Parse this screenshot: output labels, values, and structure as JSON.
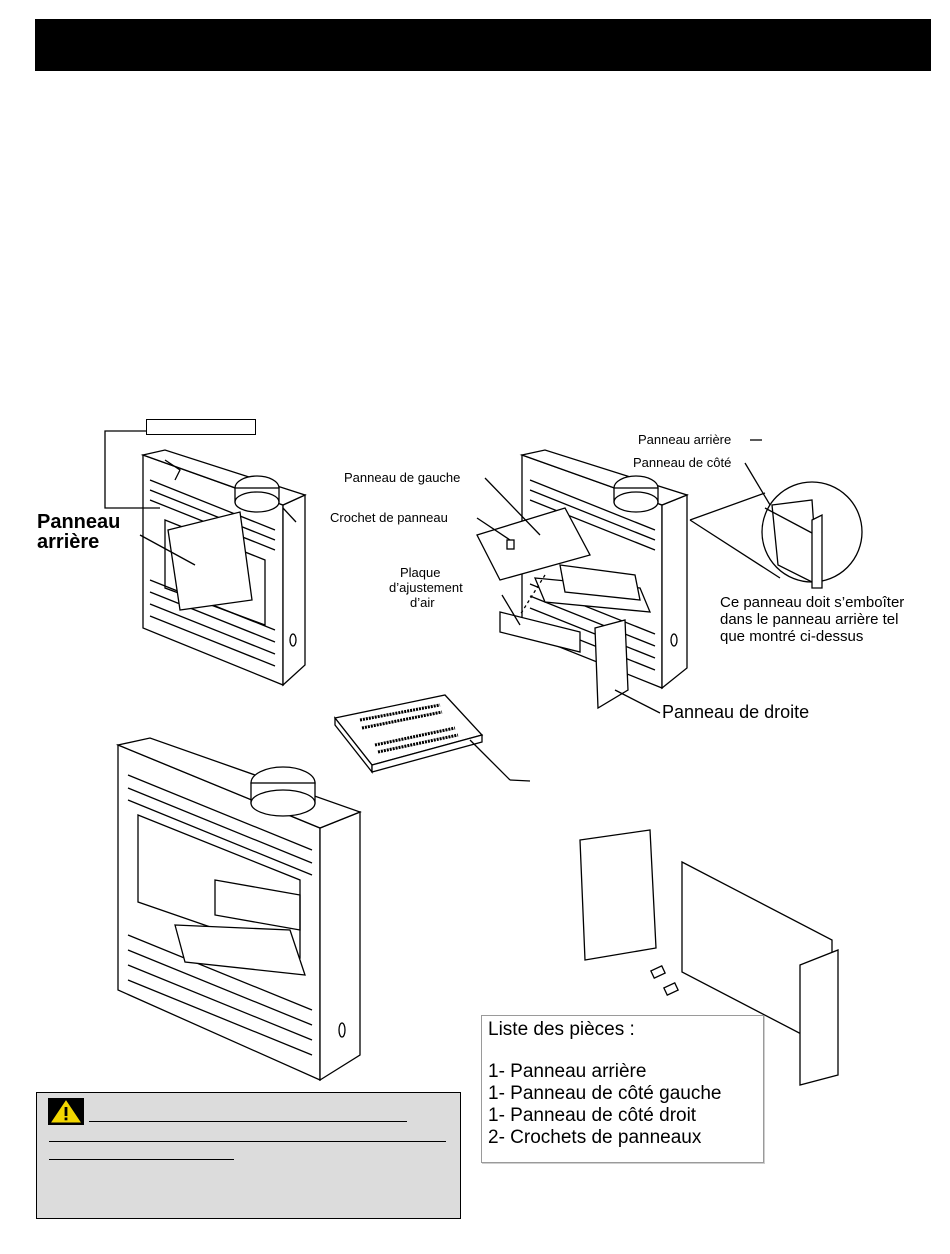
{
  "labels": {
    "back_panel": "Panneau\narrière",
    "back_panel_line1": "Panneau",
    "back_panel_line2": "arrière",
    "left_panel": "Panneau de gauche",
    "panel_hook": "Crochet de panneau",
    "air_plate_line1": "Plaque",
    "air_plate_line2": "d’ajustement",
    "air_plate_line3": "d’air",
    "rear_panel": "Panneau arrière",
    "side_panel": "Panneau de côté",
    "fit_note_line1": "Ce panneau doit s’emboîter",
    "fit_note_line2": "dans le panneau arrière tel",
    "fit_note_line3": "que montré ci-dessus",
    "right_panel": "Panneau de droite"
  },
  "parts_list": {
    "title": "Liste des pièces :",
    "items": [
      "1- Panneau arrière",
      "1- Panneau de côté gauche",
      "1- Panneau de côté droit",
      "2- Crochets de panneaux"
    ]
  },
  "icons": {
    "warning": "warning-triangle-icon"
  },
  "colors": {
    "header": "#000000",
    "warning_bg": "#dcdcdc",
    "warning_icon": "#f2d600"
  }
}
